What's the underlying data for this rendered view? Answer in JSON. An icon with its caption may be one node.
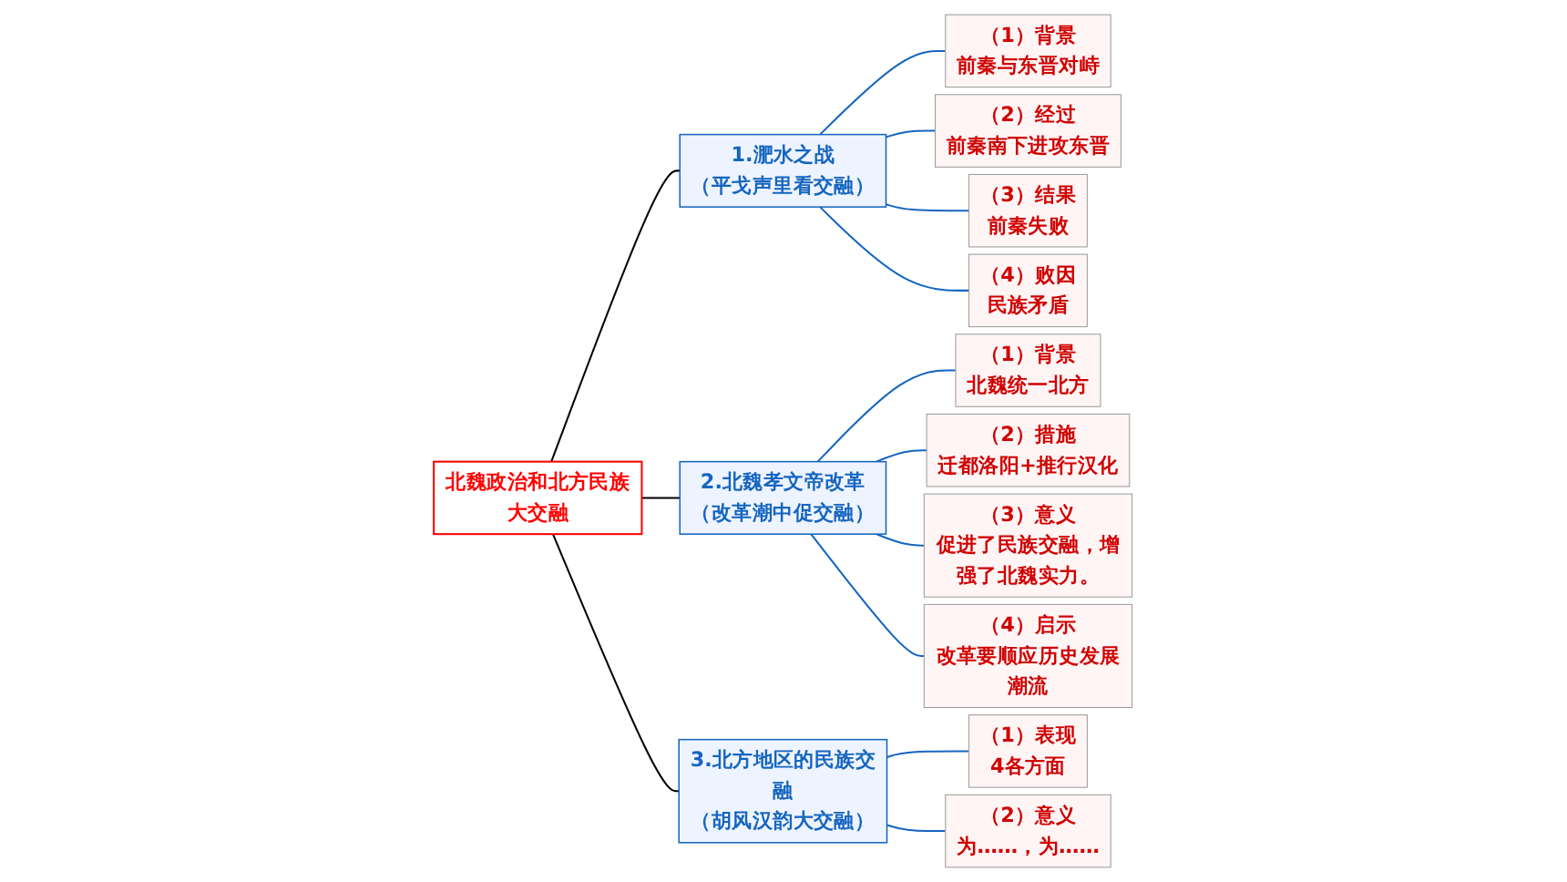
{
  "diagram": {
    "nodes": [
      {
        "text": [
          "北魏政治和北方民族大交融"
        ]
      },
      {
        "text": [
          "1.淝水之战",
          "（平戈声里看交融）"
        ]
      },
      {
        "text": [
          "（1）背景",
          "前秦与东晋对峙"
        ]
      },
      {
        "text": [
          "（2）经过",
          "前秦南下进攻东晋"
        ]
      },
      {
        "text": [
          "（3）结果",
          "前秦失败"
        ]
      },
      {
        "text": [
          "（4）败因",
          "民族矛盾"
        ]
      },
      {
        "text": [
          "2.北魏孝文帝改革",
          "（改革潮中促交融）"
        ]
      },
      {
        "text": [
          "（1）背景",
          "北魏统一北方"
        ]
      },
      {
        "text": [
          "（2）措施",
          "迁都洛阳+推行汉化"
        ]
      },
      {
        "text": [
          "（3）意义",
          "促进了民族交融，增强了北魏实力。"
        ]
      },
      {
        "text": [
          "（4）启示",
          "改革要顺应历史发展潮流"
        ]
      },
      {
        "text": [
          "3.北方地区的民族交融",
          "（胡风汉韵大交融）"
        ]
      },
      {
        "text": [
          "（1）表现",
          "4各方面"
        ]
      },
      {
        "text": [
          "（2）意义",
          "为……，为……"
        ]
      }
    ],
    "edges": [
      {
        "from": 0,
        "to": 1,
        "arrow": "none",
        "color": "#000000"
      },
      {
        "from": 0,
        "to": 6,
        "arrow": "none",
        "color": "#000000"
      },
      {
        "from": 0,
        "to": 11,
        "arrow": "none",
        "color": "#000000"
      },
      {
        "from": 1,
        "to": 2,
        "arrow": "none"
      },
      {
        "from": 1,
        "to": 3,
        "arrow": "none"
      },
      {
        "from": 1,
        "to": 4,
        "arrow": "none"
      },
      {
        "from": 1,
        "to": 5,
        "arrow": "none"
      },
      {
        "from": 6,
        "to": 7,
        "arrow": "none"
      },
      {
        "from": 6,
        "to": 8,
        "arrow": "none"
      },
      {
        "from": 6,
        "to": 9,
        "arrow": "none"
      },
      {
        "from": 6,
        "to": 10,
        "arrow": "none"
      },
      {
        "from": 11,
        "to": 12,
        "arrow": "none"
      },
      {
        "from": 11,
        "to": 13,
        "arrow": "none"
      }
    ]
  }
}
